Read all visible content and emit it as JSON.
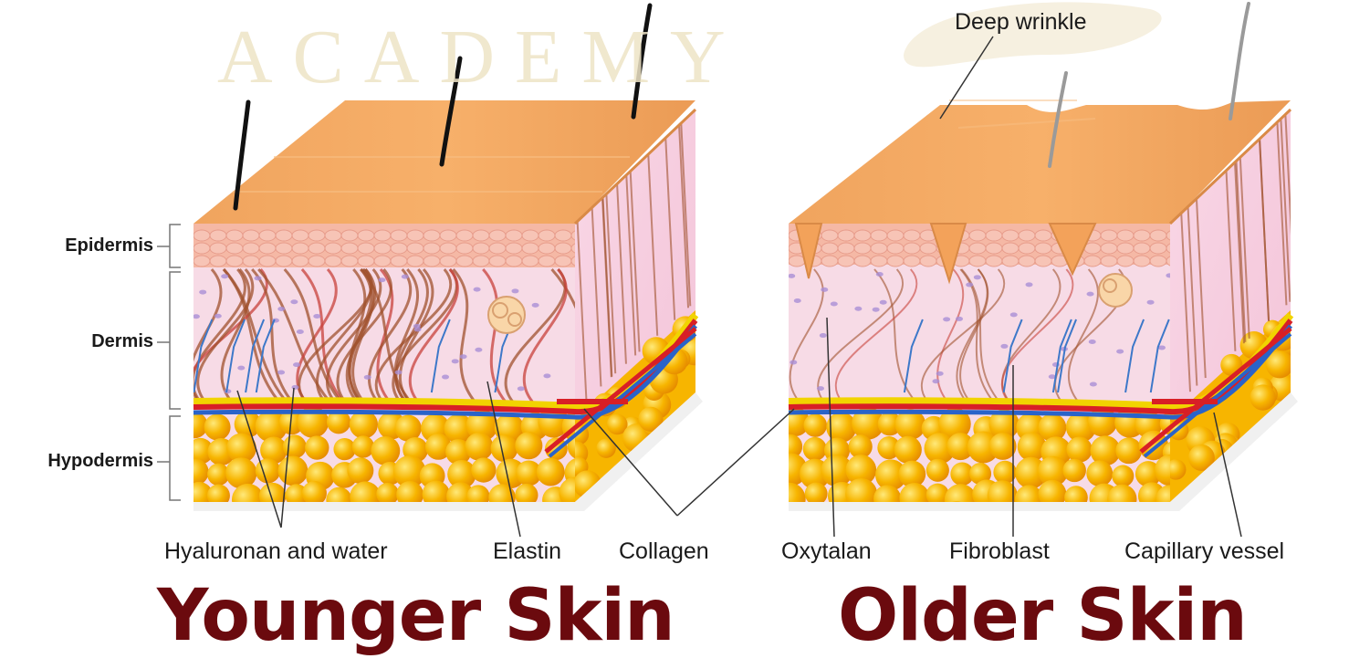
{
  "watermark": {
    "text": "ACADEMY"
  },
  "layers": {
    "epidermis": "Epidermis",
    "dermis": "Dermis",
    "hypodermis": "Hypodermis"
  },
  "callouts": {
    "deep_wrinkle": "Deep wrinkle",
    "hyaluronan": "Hyaluronan and water",
    "elastin": "Elastin",
    "collagen": "Collagen",
    "oxytalan": "Oxytalan",
    "fibroblast": "Fibroblast",
    "capillary": "Capillary vessel"
  },
  "titles": {
    "younger": "Younger Skin",
    "older": "Older Skin"
  },
  "colors": {
    "title": "#6b0a0e",
    "skin_top": "#f3a25a",
    "epidermis": "#f6b9a6",
    "dermis": "#f6dbe8",
    "fat": "#f7b500",
    "artery": "#d81f26",
    "vein": "#2a63c9",
    "nerve": "#f1d400",
    "collagen": "#a0522d",
    "hair": "#111111"
  }
}
